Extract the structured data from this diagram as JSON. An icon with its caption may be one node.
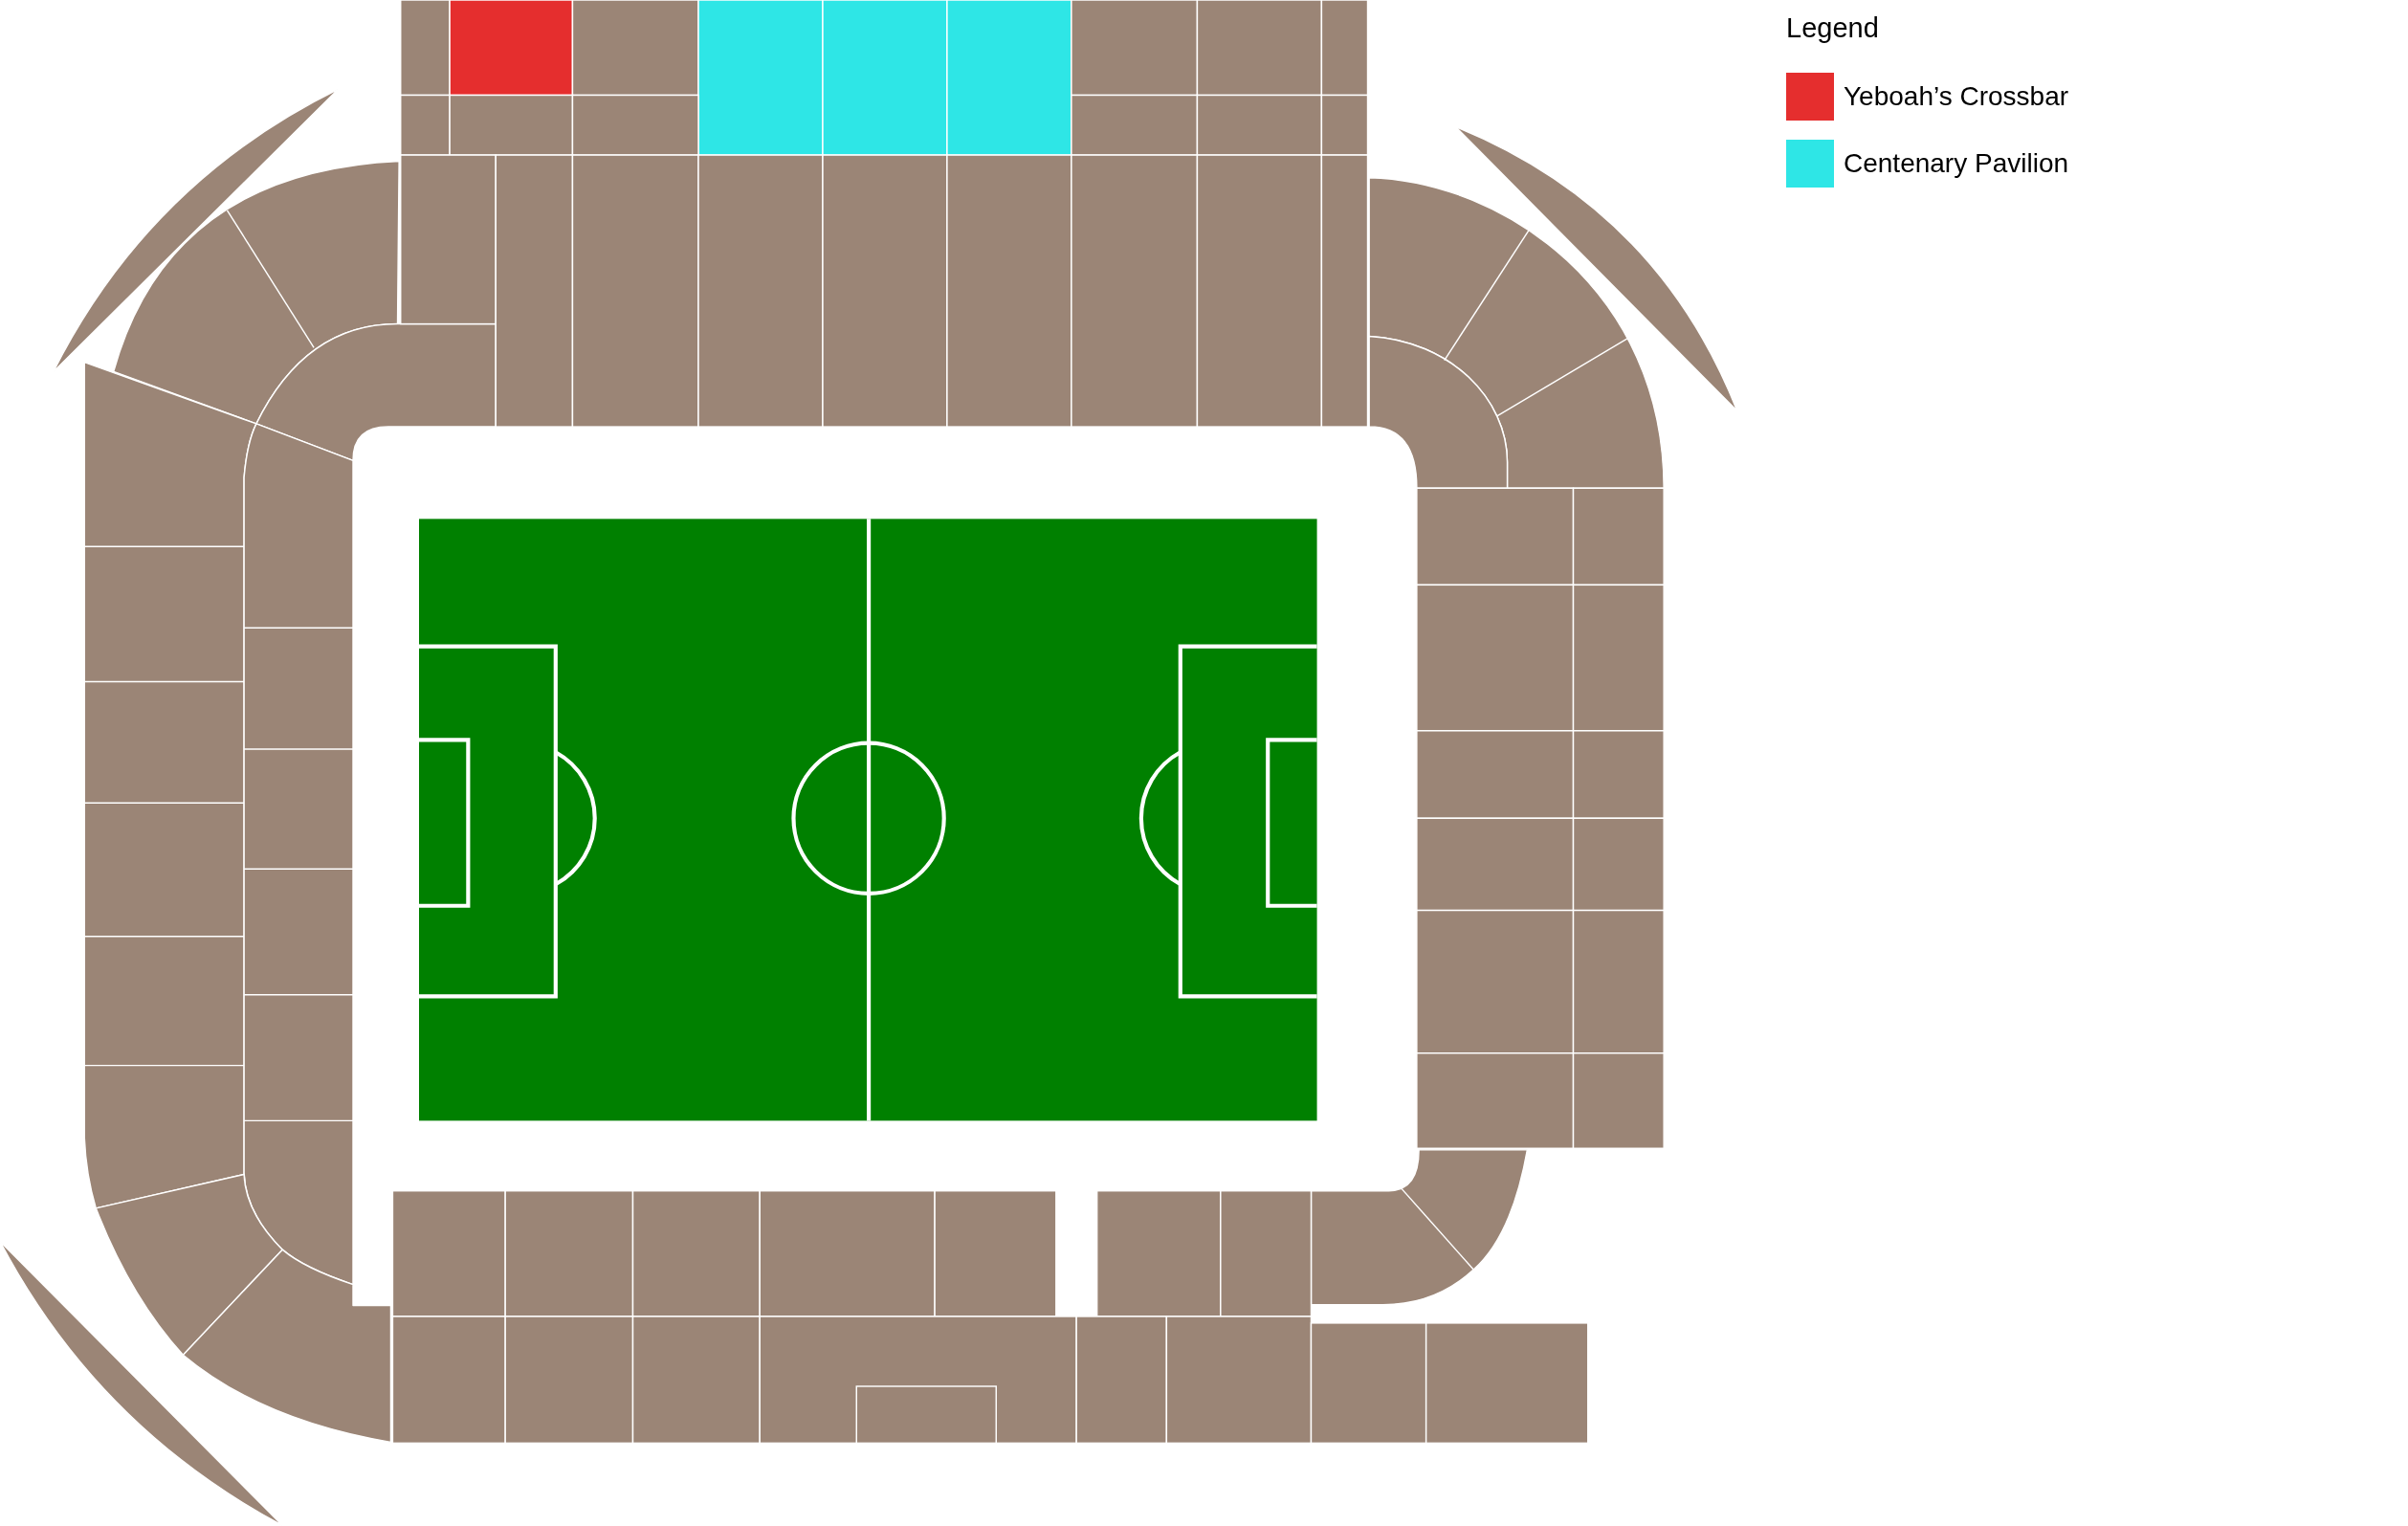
{
  "diagram": {
    "labels": [
      "Legend"
    ],
    "legend": [
      {
        "text": "Yeboah’s Crossbar",
        "color": "#e52e2e"
      },
      {
        "text": "Centenary Pavilion",
        "color": "#2ee6e6"
      }
    ]
  }
}
